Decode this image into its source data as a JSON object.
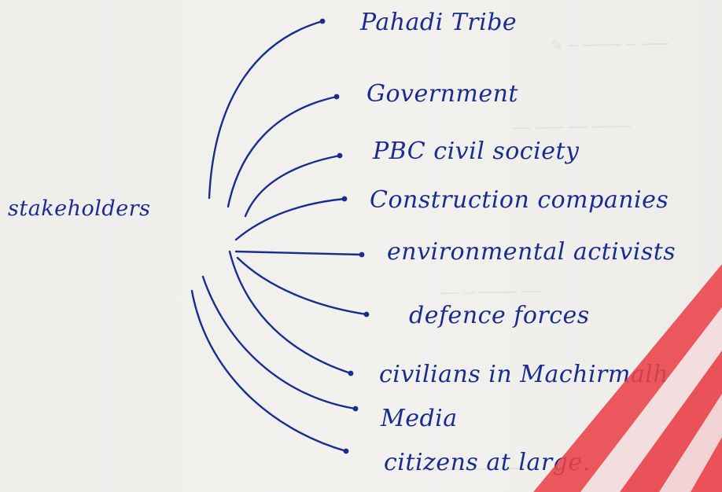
{
  "diagram": {
    "center": "stakeholders",
    "nodes": [
      "Pahadi Tribe",
      "Government",
      "PBC civil society",
      "Construction companies",
      "environmental activists",
      "defence forces",
      "civilians in Machirmalh",
      "Media",
      "citizens at large."
    ],
    "ink_color": "#1b2c8f",
    "paper_color": "#f2f1ee",
    "watermark_color": "#e9434a"
  }
}
